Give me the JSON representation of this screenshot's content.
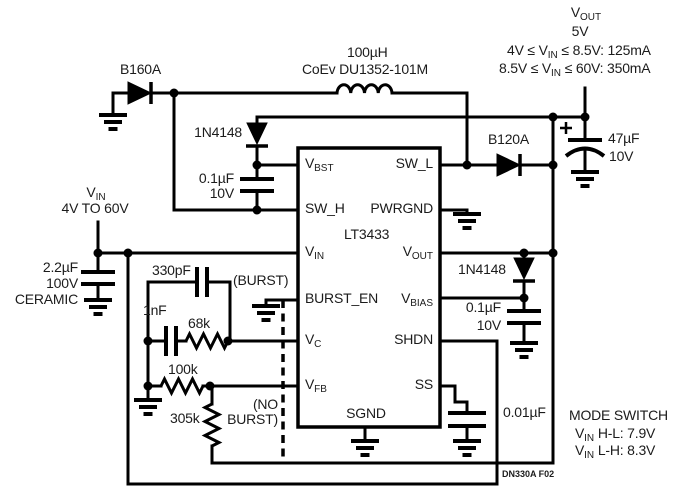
{
  "ic": {
    "part_number": "LT3433",
    "pins": {
      "vbst": {
        "pre": "V",
        "sub": "BST"
      },
      "swh": {
        "pre": "SW_H"
      },
      "vin": {
        "pre": "V",
        "sub": "IN"
      },
      "burst_en": {
        "pre": "BURST_EN"
      },
      "vc": {
        "pre": "V",
        "sub": "C"
      },
      "vfb": {
        "pre": "V",
        "sub": "FB"
      },
      "swl": {
        "pre": "SW_L"
      },
      "pwrgnd": {
        "pre": "PWRGND"
      },
      "vout": {
        "pre": "V",
        "sub": "OUT"
      },
      "vbias": {
        "pre": "V",
        "sub": "BIAS"
      },
      "shdn": {
        "pre": "SHDN"
      },
      "ss": {
        "pre": "SS"
      },
      "sgnd": {
        "pre": "SGND"
      }
    }
  },
  "components": {
    "catch_diode": "B160A",
    "inductor_value": "100µH",
    "inductor_part": "CoEv DU1352-101M",
    "boost_diode": "1N4148",
    "boost_cap_value": "0.1µF",
    "boost_cap_rating": "10V",
    "input_cap_value": "2.2µF",
    "input_cap_rating": "100V",
    "input_cap_type": "CERAMIC",
    "comp_cap_parallel": "330pF",
    "comp_cap_series": "1nF",
    "comp_resistor": "68k",
    "fb_resistor_lower": "100k",
    "fb_resistor_upper": "305k",
    "output_diode": "B120A",
    "output_cap_value": "47µF",
    "output_cap_rating": "10V",
    "bias_diode": "1N4148",
    "bias_cap_value": "0.1µF",
    "bias_cap_rating": "10V",
    "ss_cap_value": "0.01µF"
  },
  "annotations": {
    "input_terminal": {
      "pre": "V",
      "sub": "IN"
    },
    "input_range": "4V TO 60V",
    "output_terminal": {
      "pre": "V",
      "sub": "OUT"
    },
    "output_voltage": "5V",
    "output_spec_low": {
      "p1": "4V ≤ V",
      "sub": "IN",
      "p2": " ≤ 8.5V: 125mA"
    },
    "output_spec_high": {
      "p1": "8.5V ≤ V",
      "sub": "IN",
      "p2": " ≤ 60V: 350mA"
    },
    "burst_option": "(BURST)",
    "no_burst_option_line1": "(NO",
    "no_burst_option_line2": "BURST)",
    "mode_switch_title": "MODE SWITCH",
    "mode_switch_hl": {
      "p1": "V",
      "sub": "IN",
      "p2": " H-L: 7.9V"
    },
    "mode_switch_lh": {
      "p1": "V",
      "sub": "IN",
      "p2": " L-H: 8.3V"
    },
    "figure_id": "DN330A F02"
  },
  "colors": {
    "wire": "#000000",
    "background": "#ffffff",
    "text": "#1b1b1b"
  }
}
